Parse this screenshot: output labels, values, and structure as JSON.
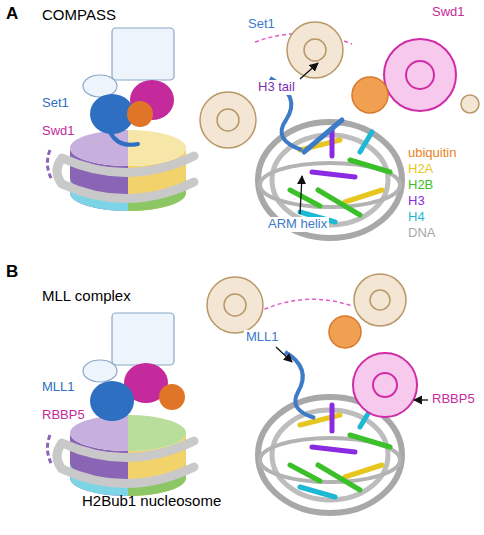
{
  "diagram": {
    "labels": [
      "A",
      "COMPASS",
      "Set1",
      "Swd1",
      "Set1",
      "Swd1",
      "H3 tail",
      "ARM helix",
      "B",
      "MLL complex",
      "MLL1",
      "RBBP5",
      "H2Bub1 nucleosome",
      "MLL1",
      "RBBP5"
    ],
    "legend": [
      {
        "text": "ubiquitin",
        "color": "#e8821e"
      },
      {
        "text": "H2A",
        "color": "#e8c620"
      },
      {
        "text": "H2B",
        "color": "#3cc02a"
      },
      {
        "text": "H3",
        "color": "#8a2be2"
      },
      {
        "text": "H4",
        "color": "#1fb8d4"
      },
      {
        "text": "DNA",
        "color": "#a8a8a8"
      }
    ]
  }
}
